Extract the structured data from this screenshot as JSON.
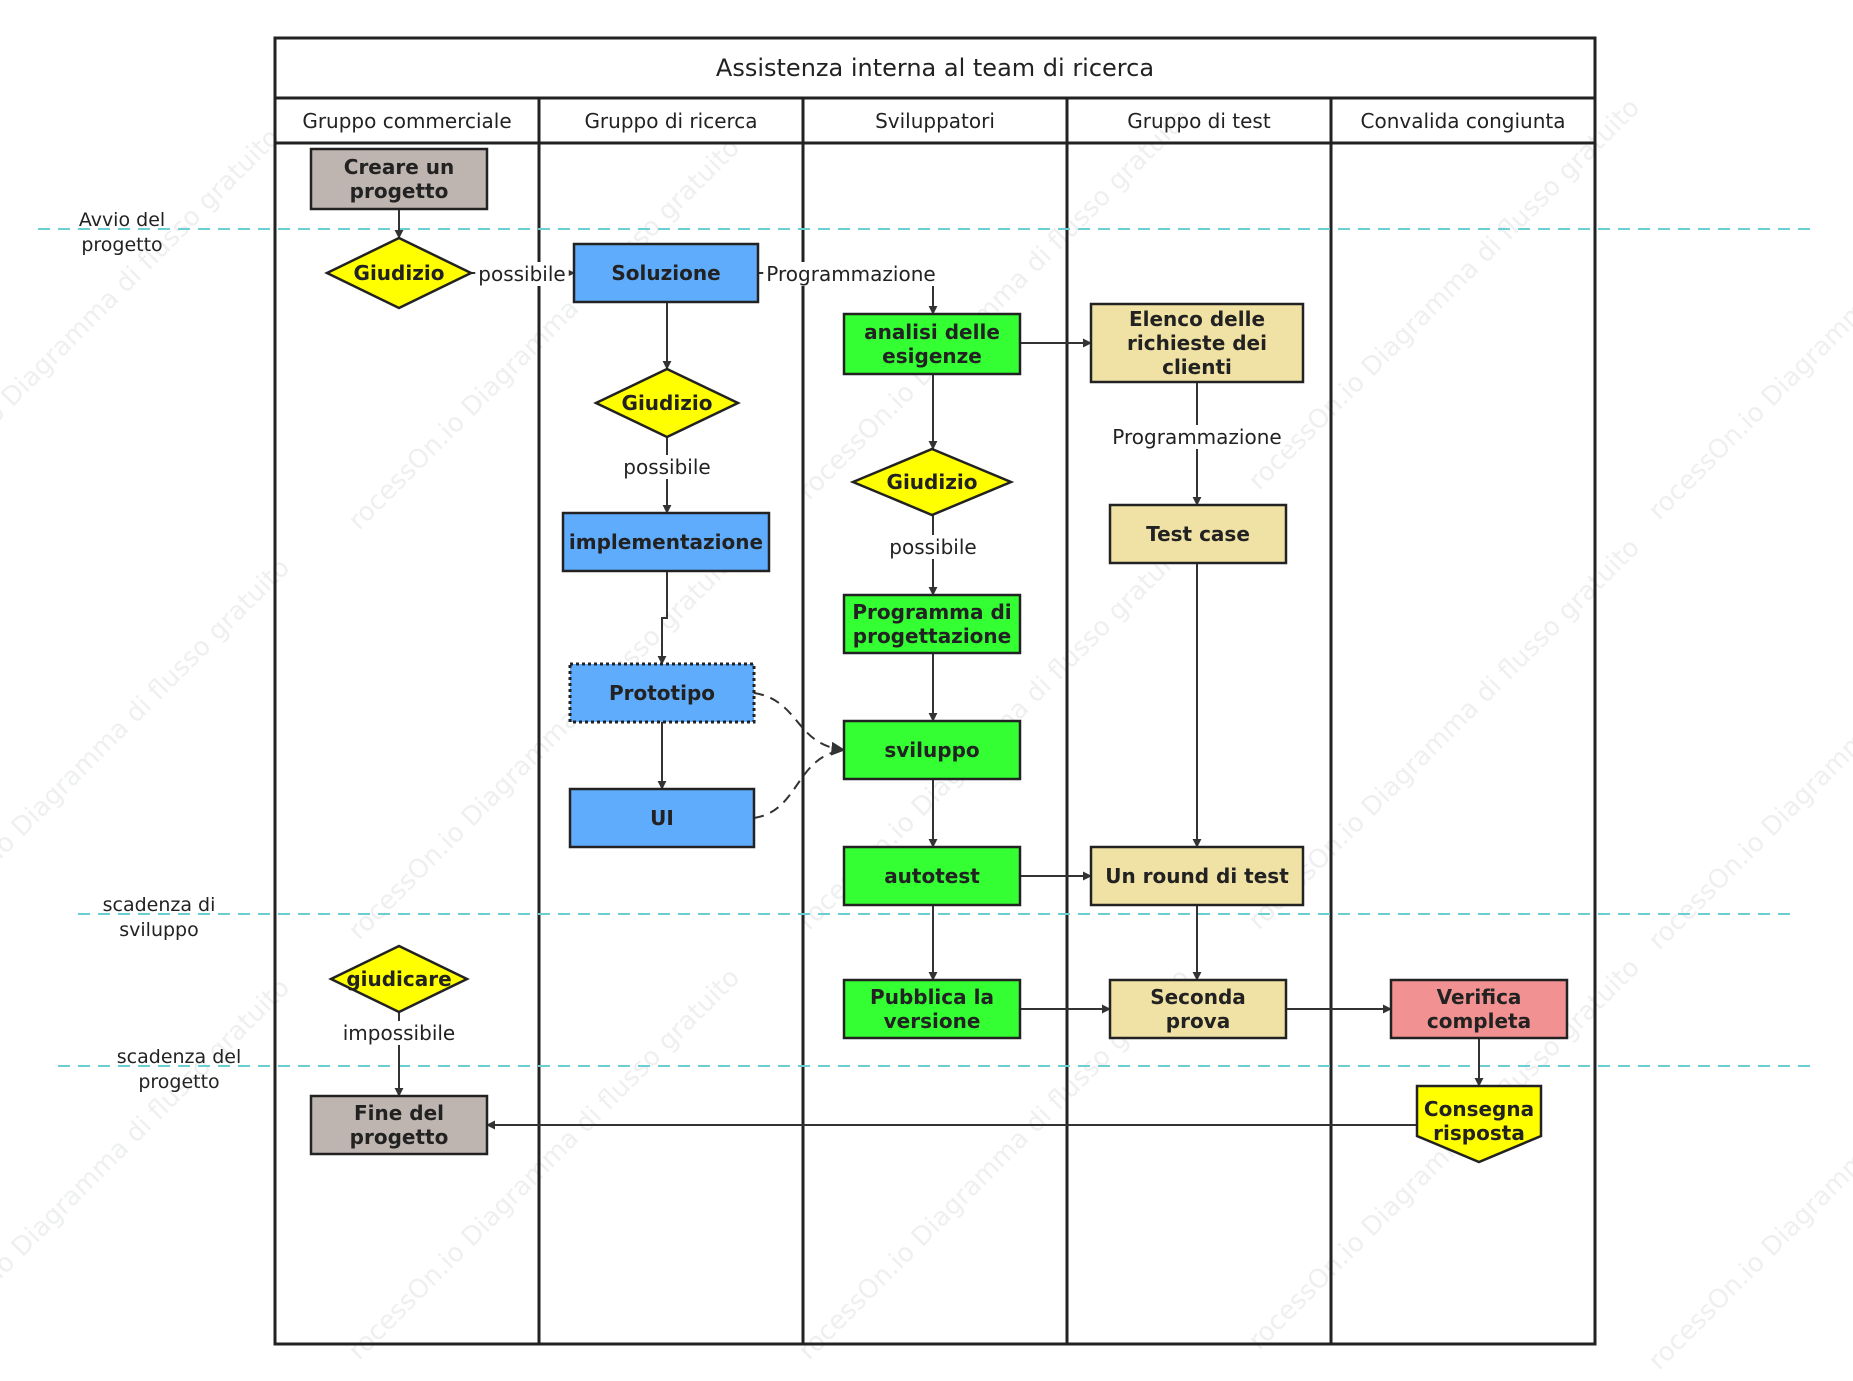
{
  "title": "Assistenza interna al team di ricerca",
  "lanes": [
    {
      "id": "commerciale",
      "label": "Gruppo commerciale"
    },
    {
      "id": "ricerca",
      "label": "Gruppo di ricerca"
    },
    {
      "id": "sviluppatori",
      "label": "Sviluppatori"
    },
    {
      "id": "test",
      "label": "Gruppo di test"
    },
    {
      "id": "convalida",
      "label": "Convalida congiunta"
    }
  ],
  "milestones": [
    {
      "id": "avvio",
      "lines": [
        "Avvio del",
        "progetto"
      ]
    },
    {
      "id": "scad-sviluppo",
      "lines": [
        "scadenza di",
        "sviluppo"
      ]
    },
    {
      "id": "scad-progetto",
      "lines": [
        "scadenza del",
        "progetto"
      ]
    }
  ],
  "nodes": [
    {
      "id": "creare",
      "shape": "rect",
      "lines": [
        "Creare un",
        "progetto"
      ]
    },
    {
      "id": "giudizio1",
      "shape": "diamond",
      "lines": [
        "Giudizio"
      ]
    },
    {
      "id": "soluzione",
      "shape": "rect",
      "lines": [
        "Soluzione"
      ]
    },
    {
      "id": "giudizio2",
      "shape": "diamond",
      "lines": [
        "Giudizio"
      ]
    },
    {
      "id": "implementazione",
      "shape": "rect",
      "lines": [
        "implementazione"
      ]
    },
    {
      "id": "prototipo",
      "shape": "rect-dotted",
      "lines": [
        "Prototipo"
      ]
    },
    {
      "id": "ui",
      "shape": "rect",
      "lines": [
        "UI"
      ]
    },
    {
      "id": "analisi",
      "shape": "rect",
      "lines": [
        "analisi delle",
        "esigenze"
      ]
    },
    {
      "id": "giudizio3",
      "shape": "diamond",
      "lines": [
        "Giudizio"
      ]
    },
    {
      "id": "programma",
      "shape": "rect",
      "lines": [
        "Programma di",
        "progettazione"
      ]
    },
    {
      "id": "sviluppo",
      "shape": "rect",
      "lines": [
        "sviluppo"
      ]
    },
    {
      "id": "autotest",
      "shape": "rect",
      "lines": [
        "autotest"
      ]
    },
    {
      "id": "pubblica",
      "shape": "rect",
      "lines": [
        "Pubblica la",
        "versione"
      ]
    },
    {
      "id": "elenco",
      "shape": "rect",
      "lines": [
        "Elenco delle",
        "richieste dei",
        "clienti"
      ]
    },
    {
      "id": "testcase",
      "shape": "rect",
      "lines": [
        "Test case"
      ]
    },
    {
      "id": "round",
      "shape": "rect",
      "lines": [
        "Un round di test"
      ]
    },
    {
      "id": "seconda",
      "shape": "rect",
      "lines": [
        "Seconda",
        "prova"
      ]
    },
    {
      "id": "verifica",
      "shape": "rect",
      "lines": [
        "Verifica",
        "completa"
      ]
    },
    {
      "id": "consegna",
      "shape": "pentagon",
      "lines": [
        "Consegna",
        "risposta"
      ]
    },
    {
      "id": "giudicare",
      "shape": "diamond",
      "lines": [
        "giudicare"
      ]
    },
    {
      "id": "fine",
      "shape": "rect",
      "lines": [
        "Fine del",
        "progetto"
      ]
    }
  ],
  "edge_labels": {
    "giudizio1_soluzione": "possibile",
    "soluzione_analisi": "Programmazione",
    "giudizio2_implementazione": "possibile",
    "giudizio3_programma": "possibile",
    "elenco_testcase": "Programmazione",
    "giudicare_fine": "impossibile"
  },
  "colors": {
    "gray": "#bfb5b0",
    "yellow": "#ffff00",
    "blue": "#60acfc",
    "green": "#33ff33",
    "tan": "#f0e2a4",
    "pink": "#f19191",
    "line": "#333333",
    "border": "#222222",
    "milestone": "#6ccdd3"
  },
  "watermark": "rocessOn.io Diagramma di flusso gratuito"
}
